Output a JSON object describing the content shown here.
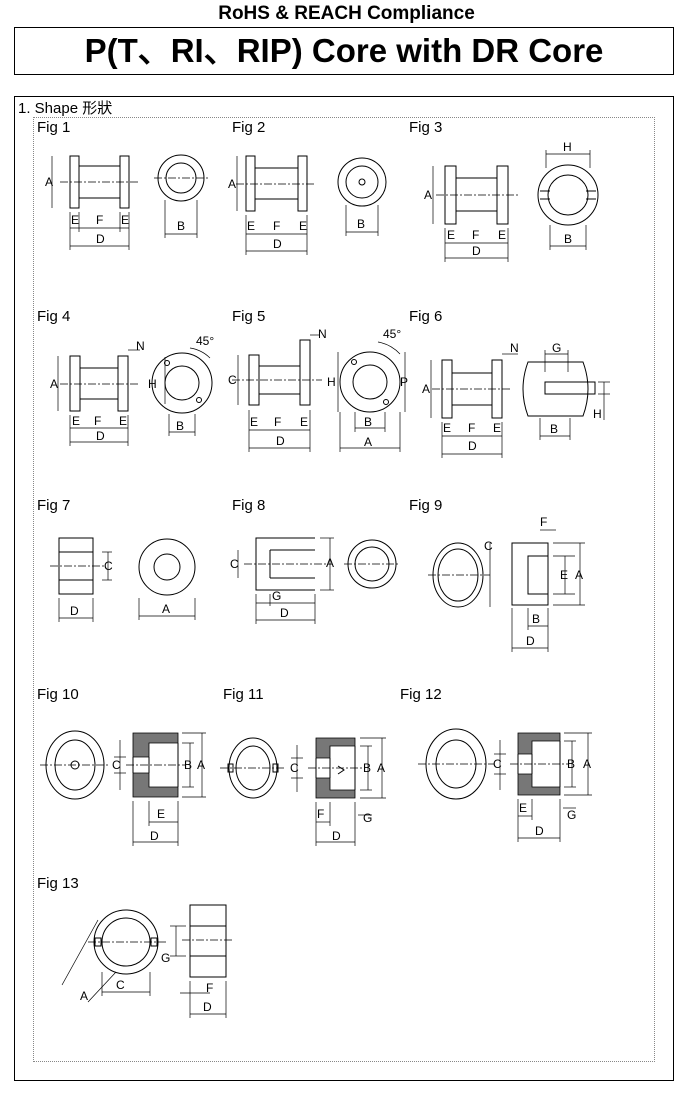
{
  "header": {
    "subtitle": "RoHS & REACH Compliance",
    "title": "P(T、RI、RIP) Core with DR Core"
  },
  "section": {
    "label": "1. Shape 形狀"
  },
  "figures": [
    {
      "label": "Fig 1"
    },
    {
      "label": "Fig 2"
    },
    {
      "label": "Fig 3"
    },
    {
      "label": "Fig 4"
    },
    {
      "label": "Fig 5"
    },
    {
      "label": "Fig 6"
    },
    {
      "label": "Fig 7"
    },
    {
      "label": "Fig 8"
    },
    {
      "label": "Fig 9"
    },
    {
      "label": "Fig 10"
    },
    {
      "label": "Fig 11"
    },
    {
      "label": "Fig 12"
    },
    {
      "label": "Fig 13"
    }
  ],
  "dim": {
    "A": "A",
    "B": "B",
    "C": "C",
    "D": "D",
    "E": "E",
    "F": "F",
    "G": "G",
    "H": "H",
    "N": "N",
    "P": "P",
    "deg45": "45°"
  }
}
